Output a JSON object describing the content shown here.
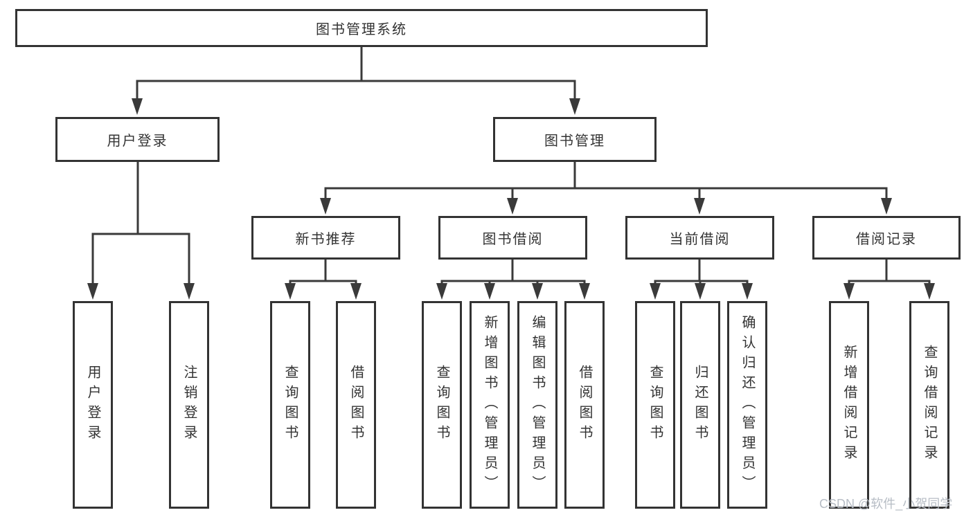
{
  "diagram": {
    "title": "图书管理系统",
    "branches": [
      {
        "label": "用户登录",
        "children": [
          {
            "label": "用户登录"
          },
          {
            "label": "注销登录"
          }
        ]
      },
      {
        "label": "图书管理",
        "children": [
          {
            "label": "新书推荐",
            "children": [
              {
                "label": "查询图书"
              },
              {
                "label": "借阅图书"
              }
            ]
          },
          {
            "label": "图书借阅",
            "children": [
              {
                "label": "查询图书"
              },
              {
                "label": "新增图书（管理员）"
              },
              {
                "label": "编辑图书（管理员）"
              },
              {
                "label": "借阅图书"
              }
            ]
          },
          {
            "label": "当前借阅",
            "children": [
              {
                "label": "查询图书"
              },
              {
                "label": "归还图书"
              },
              {
                "label": "确认归还（管理员）"
              }
            ]
          },
          {
            "label": "借阅记录",
            "children": [
              {
                "label": "新增借阅记录"
              },
              {
                "label": "查询借阅记录"
              }
            ]
          }
        ]
      }
    ],
    "watermark": "CSDN @软件_小贺同学",
    "colors": {
      "line": "#3a3a3a",
      "box_border": "#333333",
      "text": "#333333",
      "watermark": "#b7bdc5",
      "background": "#ffffff"
    }
  }
}
